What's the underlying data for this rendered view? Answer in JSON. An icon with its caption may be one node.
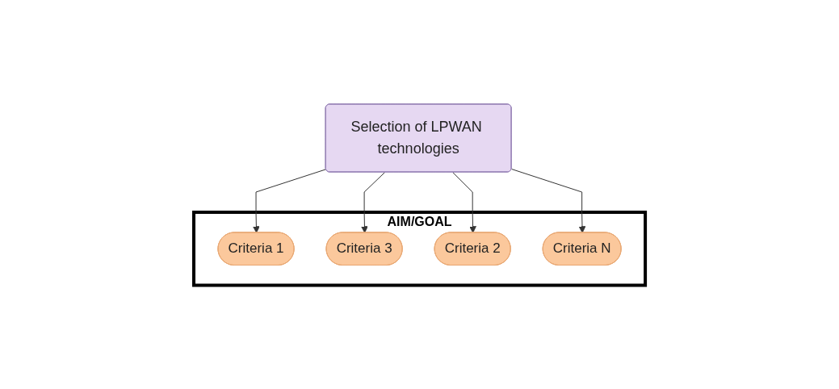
{
  "diagram": {
    "nodes": [
      {
        "text": [
          "Selection of LPWAN technologies"
        ]
      },
      {
        "text": [
          "AIM/GOAL"
        ]
      },
      {
        "text": [
          "Criteria 1"
        ],
        "in": 1
      },
      {
        "text": [
          "Criteria 3"
        ],
        "in": 1
      },
      {
        "text": [
          "Criteria 2"
        ],
        "in": 1
      },
      {
        "text": [
          "Criteria N"
        ],
        "in": 1
      }
    ],
    "edges": [
      {
        "from": 0,
        "to": 2,
        "arrow": "to"
      },
      {
        "from": 0,
        "to": 4,
        "arrow": "to"
      },
      {
        "from": 0,
        "to": 3,
        "arrow": "to"
      },
      {
        "from": 0,
        "to": 5,
        "arrow": "to"
      }
    ]
  }
}
